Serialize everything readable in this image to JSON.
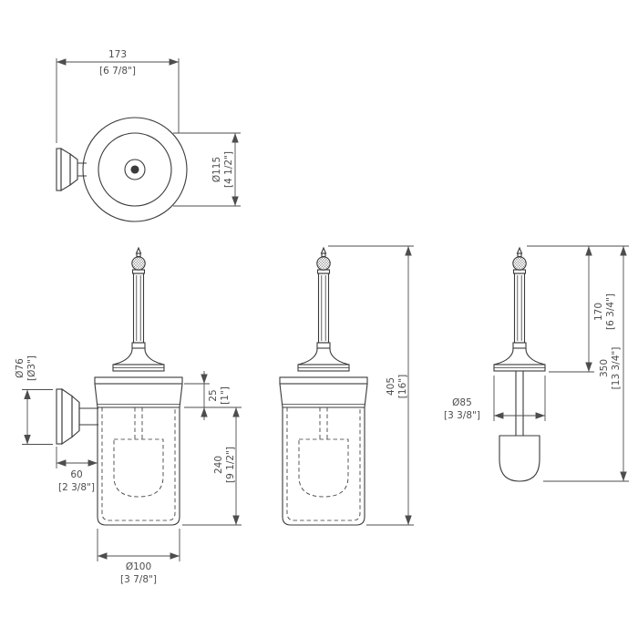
{
  "drawing": {
    "background": "#ffffff",
    "line_color": "#3a3a3a",
    "dim_color": "#4d4d4d",
    "views": {
      "top_view": {
        "depth": {
          "mm": "173",
          "inch": "[6 7/8\"]"
        },
        "holder_diameter": {
          "mm": "Ø115",
          "inch": "[4 1/2\"]"
        }
      },
      "front_view": {
        "wall_rosette_diameter": {
          "mm": "Ø76",
          "inch": "[Ø3\"]"
        },
        "wall_offset": {
          "mm": "60",
          "inch": "[2 3/8\"]"
        },
        "collar_height": {
          "mm": "25",
          "inch": "[1\"]"
        },
        "body_height": {
          "mm": "240",
          "inch": "[9 1/2\"]"
        },
        "body_diameter": {
          "mm": "Ø100",
          "inch": "[3 7/8\"]"
        }
      },
      "overall_view": {
        "overall_height": {
          "mm": "405",
          "inch": "[16\"]"
        }
      },
      "brush_view": {
        "handle_height": {
          "mm": "170",
          "inch": "[6 3/4\"]"
        },
        "brush_height": {
          "mm": "350",
          "inch": "[13 3/4\"]"
        },
        "bell_diameter": {
          "mm": "Ø85",
          "inch": "[3 3/8\"]"
        }
      }
    }
  }
}
